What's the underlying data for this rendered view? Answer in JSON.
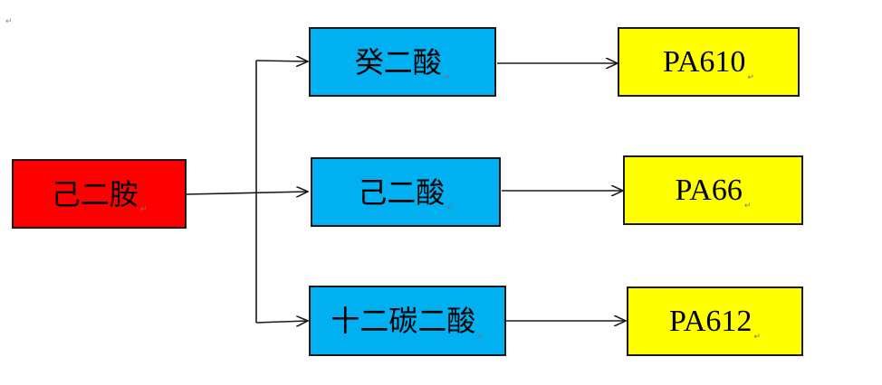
{
  "colors": {
    "source": "#ff0000",
    "acid": "#00b0f0",
    "product": "#ffff00",
    "line": "#1a1a1a"
  },
  "paragraph_mark": "↵",
  "source": {
    "label": "己二胺"
  },
  "acids": [
    {
      "label": "癸二酸"
    },
    {
      "label": "己二酸"
    },
    {
      "label": "十二碳二酸"
    }
  ],
  "products": [
    {
      "label": "PA610"
    },
    {
      "label": "PA66"
    },
    {
      "label": "PA612"
    }
  ]
}
